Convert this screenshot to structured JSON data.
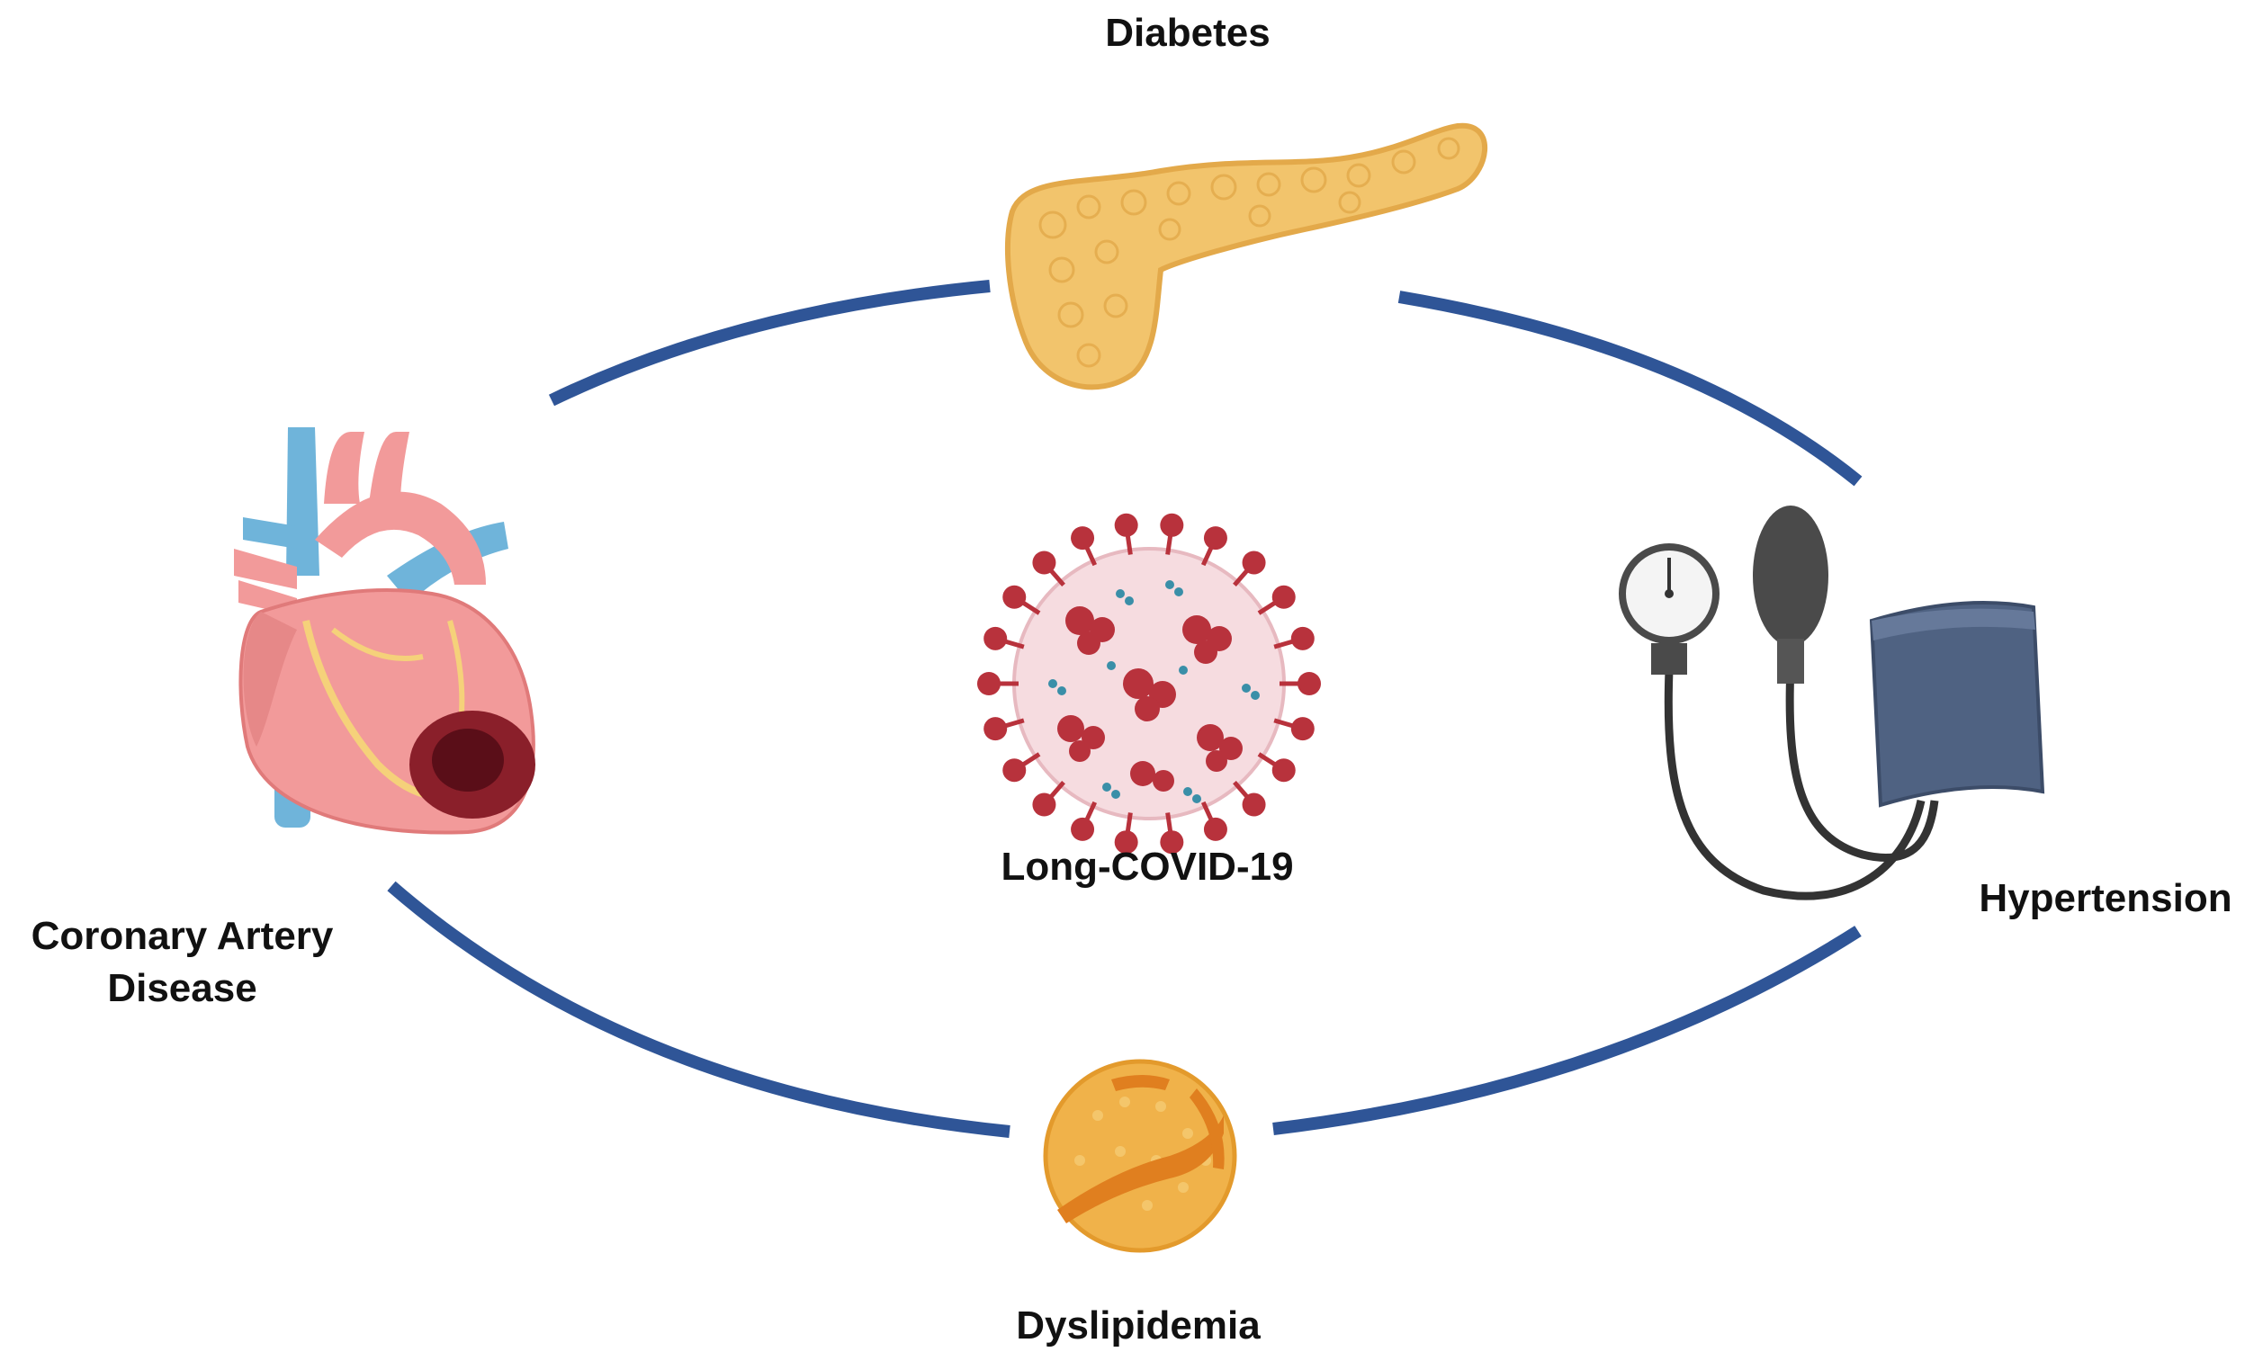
{
  "nodes": {
    "top": {
      "label": "Diabetes",
      "icon": "pancreas-icon"
    },
    "right": {
      "label": "Hypertension",
      "icon": "blood-pressure-monitor-icon"
    },
    "bottom": {
      "label": "Dyslipidemia",
      "icon": "lipoprotein-icon"
    },
    "left": {
      "label_line1": "Coronary Artery",
      "label_line2": "Disease",
      "icon": "heart-icon"
    },
    "center": {
      "label": "Long-COVID-19",
      "icon": "coronavirus-icon"
    }
  },
  "colors": {
    "ring": "#2F5597",
    "pancreas": "#F2C46C",
    "lipid": "#F0B24A",
    "lipid_band": "#E07F1F",
    "heart": "#F29A9A",
    "vessel_blue": "#6FB4DA",
    "virus": "#B8323C",
    "virus_body": "#F6DCE0",
    "cuff": "#4F6282"
  }
}
